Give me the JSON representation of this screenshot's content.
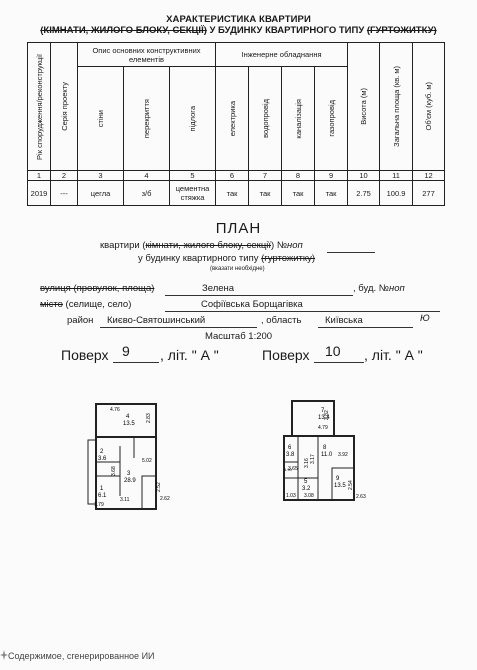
{
  "header": {
    "title_line1": "ХАРАКТЕРИСТИКА КВАРТИРИ",
    "title_line2_strike": "(КІМНАТИ, ЖИЛОГО БЛОКУ, СЕКЦІЇ)",
    "title_line2_middle": " У БУДИНКУ КВАРТИРНОГО ТИПУ ",
    "title_line2_strike2": "(ГУРТОЖИТКУ)"
  },
  "table": {
    "col_headers": {
      "year": "Рік спорудження/реконструкції",
      "series": "Серія проекту",
      "group1": "Опис основних конструктивних елементів",
      "walls": "стіни",
      "floors": "перекриття",
      "floor_cover": "підлога",
      "group2": "Інженерне обладнання",
      "electric": "електрика",
      "water": "водопровід",
      "sewer": "каналізація",
      "gas": "газопровід",
      "height": "Висота (м)",
      "area": "Загальна площа (кв. м)",
      "volume": "Об'єм (куб. м)"
    },
    "numbers": [
      "1",
      "2",
      "3",
      "4",
      "5",
      "6",
      "7",
      "8",
      "9",
      "10",
      "11",
      "12"
    ],
    "values": {
      "year": "2019",
      "series": "---",
      "walls": "цегла",
      "floors": "з/б",
      "floor_cover_l1": "цементна",
      "floor_cover_l2": "стяжка",
      "electric": "так",
      "water": "так",
      "sewer": "так",
      "gas": "так",
      "height": "2.75",
      "area": "100.9",
      "volume": "277"
    }
  },
  "plan": {
    "title": "ПЛАН",
    "line1_a": "квартири (",
    "line1_strike": "кімнати, жилого блоку, секції",
    "line1_b": ") №",
    "line1_num": "ноп",
    "line2_a": "у будинку квартирного типу ",
    "line2_strike": "(гуртожитку)",
    "note": "(вказати необхідне)",
    "street_label_strike": "вулиця (провулок, площа)",
    "street_value": "Зелена",
    "house_label": ", буд. №",
    "house_value": "ноп",
    "city_label_strike": "місто",
    "city_label_rest": " (селище, село)",
    "city_value": "Софіївська Борщагівка",
    "district_label": "район",
    "district_value": "Києво-Святошинський",
    "region_label": ", область",
    "region_value": "Київська",
    "region_suffix": "Ю",
    "scale": "Масштаб  1:200"
  },
  "floors": {
    "left": {
      "label": "Поверх",
      "number": "9",
      "lit_label": ", літ. \"",
      "lit_value": "А",
      "lit_close": "\""
    },
    "right": {
      "label": "Поверх",
      "number": "10",
      "lit_label": ", літ. \"",
      "lit_value": "А",
      "lit_close": "\""
    }
  },
  "rooms_left": [
    {
      "num": "4",
      "area": "13.5"
    },
    {
      "num": "2",
      "area": "3.6"
    },
    {
      "num": "3",
      "area": "28.9"
    },
    {
      "num": "1",
      "area": "6.1"
    }
  ],
  "dims_left": [
    "4.76",
    "2.83",
    "3.68",
    "5.02",
    "2.52",
    "2.62",
    "1.79",
    "3.11"
  ],
  "rooms_right": [
    {
      "num": "7",
      "area": "13.4"
    },
    {
      "num": "6",
      "area": "3.8"
    },
    {
      "num": "8",
      "area": "11.0"
    },
    {
      "num": "5",
      "area": "3.2"
    },
    {
      "num": "9",
      "area": "13.5"
    }
  ],
  "dims_right": [
    "4.79",
    "2.82",
    "3.16",
    "3.17",
    "3.92",
    "3.65",
    "4.90",
    "2.54",
    "2.63",
    "1.03",
    "3.08"
  ],
  "footer": {
    "text": "Содержимое, сгенерированное ИИ"
  }
}
